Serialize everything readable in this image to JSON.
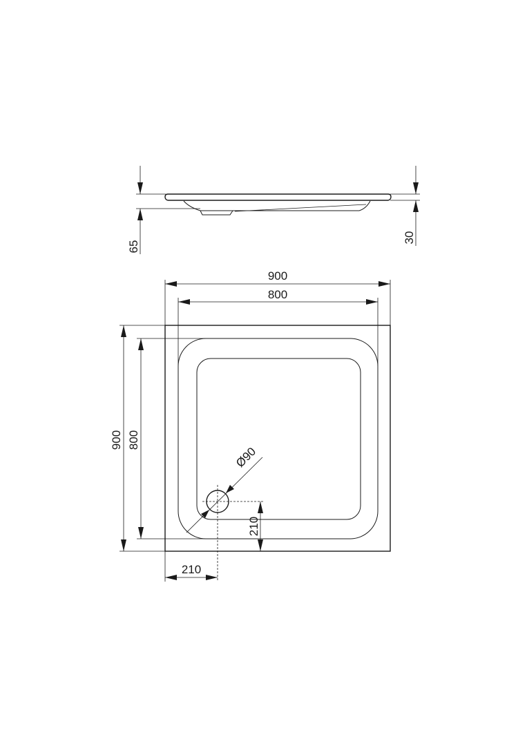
{
  "side_view": {
    "total_height": "65",
    "rim_height": "30"
  },
  "top_view": {
    "outer_width": "900",
    "inner_width": "800",
    "outer_depth": "900",
    "inner_depth": "800",
    "drain_diameter": "Ø90",
    "drain_offset_x": "210",
    "drain_offset_y": "210"
  }
}
